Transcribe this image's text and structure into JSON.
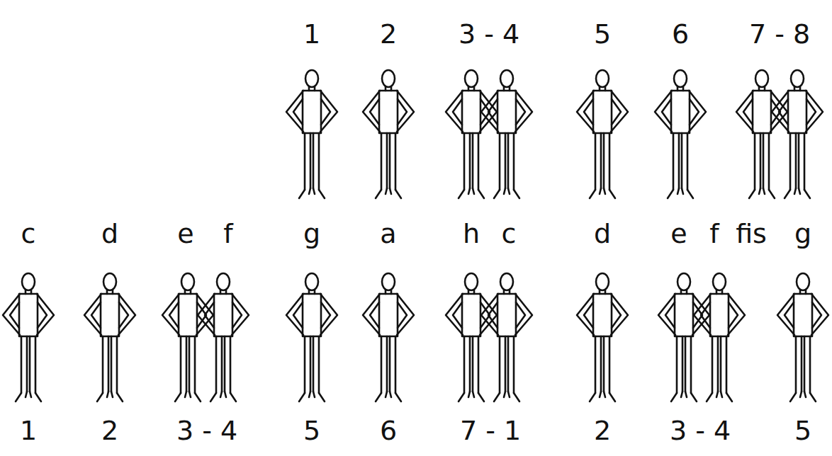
{
  "diagram": {
    "labels": [
      "1",
      "2",
      "3 - 4",
      "5",
      "6",
      "7 - 8",
      "c",
      "d",
      "e",
      "f",
      "g",
      "a",
      "h",
      "c",
      "d",
      "e",
      "f",
      "fis",
      "g",
      "1",
      "2",
      "3 - 4",
      "5",
      "6",
      "7 - 1",
      "2",
      "3 - 4",
      "5"
    ]
  }
}
